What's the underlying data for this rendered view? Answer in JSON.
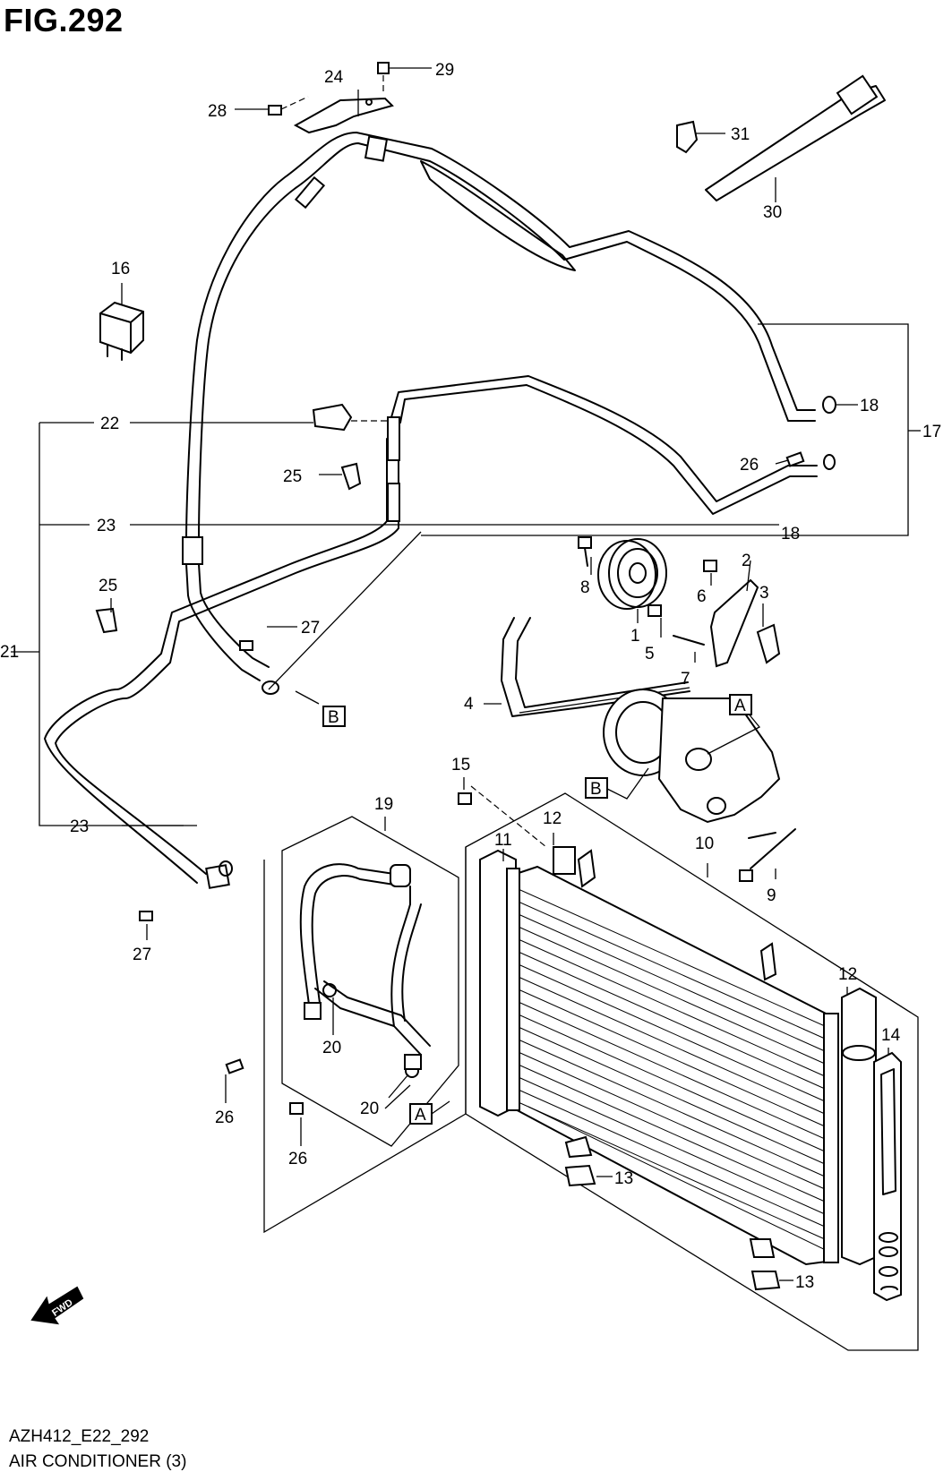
{
  "figure": {
    "title": "FIG.292",
    "code": "AZH412_E22_292",
    "name": "AIR CONDITIONER (3)",
    "fwd_label": "FWD"
  },
  "callouts": {
    "c1": "1",
    "c2": "2",
    "c3": "3",
    "c4": "4",
    "c5": "5",
    "c6": "6",
    "c7": "7",
    "c8": "8",
    "c9": "9",
    "c10": "10",
    "c11": "11",
    "c12a": "12",
    "c12b": "12",
    "c13a": "13",
    "c13b": "13",
    "c14": "14",
    "c15": "15",
    "c16": "16",
    "c17": "17",
    "c18a": "18",
    "c18b": "18",
    "c19": "19",
    "c20a": "20",
    "c20b": "20",
    "c21": "21",
    "c22": "22",
    "c23a": "23",
    "c23b": "23",
    "c24": "24",
    "c25a": "25",
    "c25b": "25",
    "c26a": "26",
    "c26b": "26",
    "c26c": "26",
    "c27a": "27",
    "c27b": "27",
    "c28": "28",
    "c29": "29",
    "c30": "30",
    "c31": "31"
  },
  "markers": {
    "a_comp": "A",
    "b_comp": "B",
    "b_hose": "B",
    "a_hose": "A"
  },
  "colors": {
    "ink": "#000000",
    "paper": "#ffffff"
  }
}
